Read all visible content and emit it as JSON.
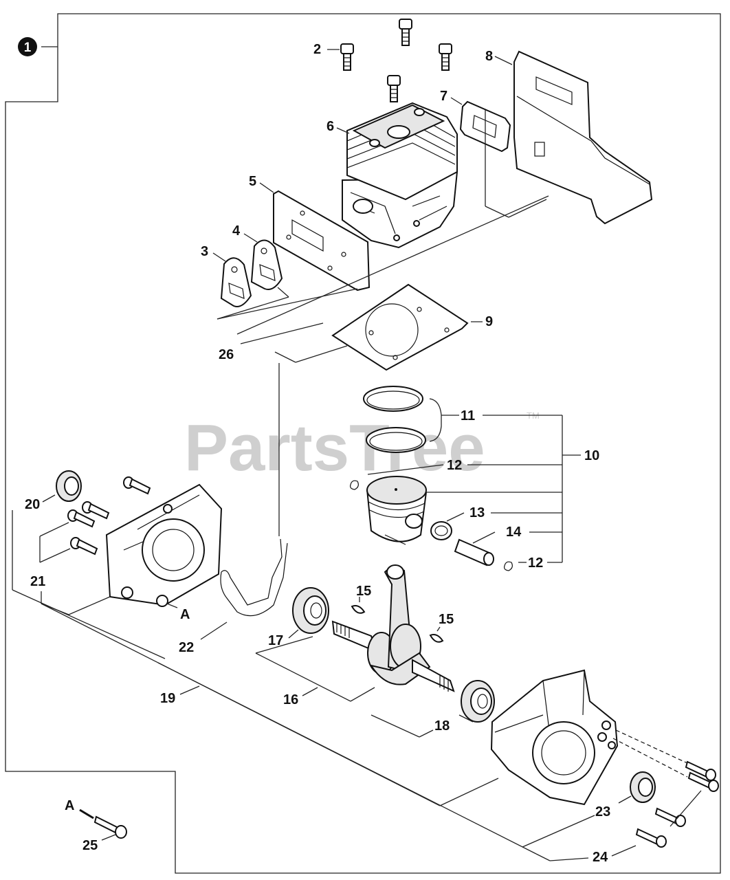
{
  "diagram": {
    "group_badge": "1",
    "watermark": "PartsTree",
    "trademark": "TM",
    "callout_A": "A",
    "labels": {
      "l2": "2",
      "l3": "3",
      "l4": "4",
      "l5": "5",
      "l6": "6",
      "l7": "7",
      "l8": "8",
      "l9": "9",
      "l10": "10",
      "l11": "11",
      "l12a": "12",
      "l12b": "12",
      "l13": "13",
      "l14": "14",
      "l15a": "15",
      "l15b": "15",
      "l16": "16",
      "l17": "17",
      "l18": "18",
      "l19": "19",
      "l20": "20",
      "l21": "21",
      "l22": "22",
      "l23": "23",
      "l24": "24",
      "l25": "25",
      "l26": "26"
    }
  }
}
